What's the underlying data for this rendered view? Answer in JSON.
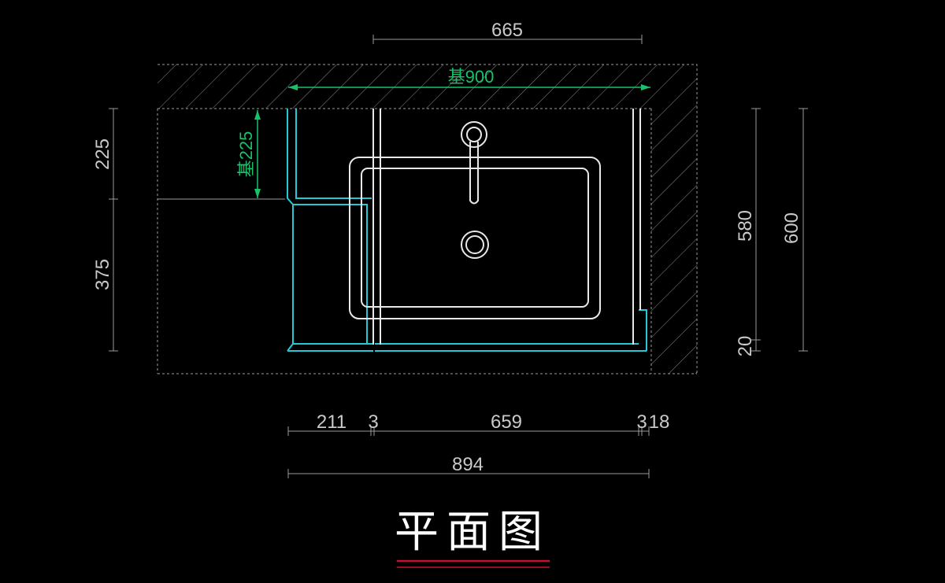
{
  "title": "平面图",
  "colors": {
    "background": "#000000",
    "dimension": "#c9c9c9",
    "green_dimension": "#19c26a",
    "cabinet_outline": "#24c8d6",
    "basin_outline": "#e8e8e8",
    "title_underline": "#c8102e"
  },
  "dimensions": {
    "top_width": "665",
    "base_width": "基900",
    "left_upper": "225",
    "left_lower": "375",
    "inner_green_height": "基225",
    "right_inner": "580",
    "right_gap": "20",
    "right_total": "600",
    "bottom_segment_1": "211",
    "bottom_segment_2": "3",
    "bottom_segment_3": "659",
    "bottom_segment_4": "3",
    "bottom_segment_5": "18",
    "bottom_total": "894"
  }
}
